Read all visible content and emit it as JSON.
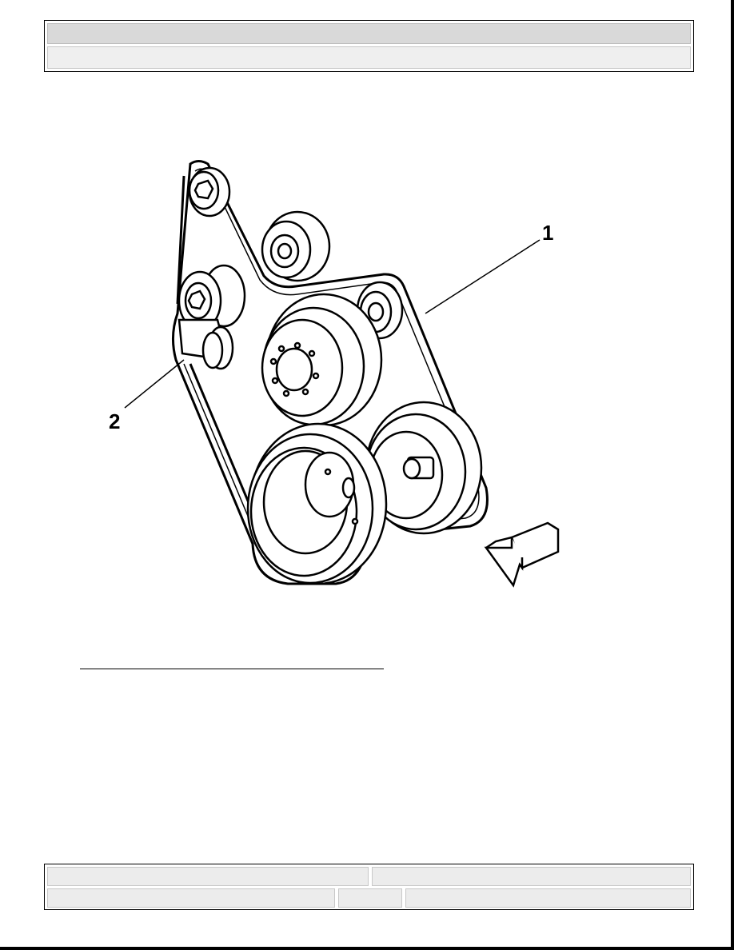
{
  "figure": {
    "callouts": [
      {
        "id": "1",
        "label": "1"
      },
      {
        "id": "2",
        "label": "2"
      }
    ],
    "icons": [
      "belt-routing-illustration",
      "front-direction-arrow-icon"
    ]
  },
  "colors": {
    "header_row1_bg": "#d9d9d9",
    "header_row2_bg": "#efefef",
    "footer_cell_bg": "#ececec",
    "ink": "#000000"
  }
}
